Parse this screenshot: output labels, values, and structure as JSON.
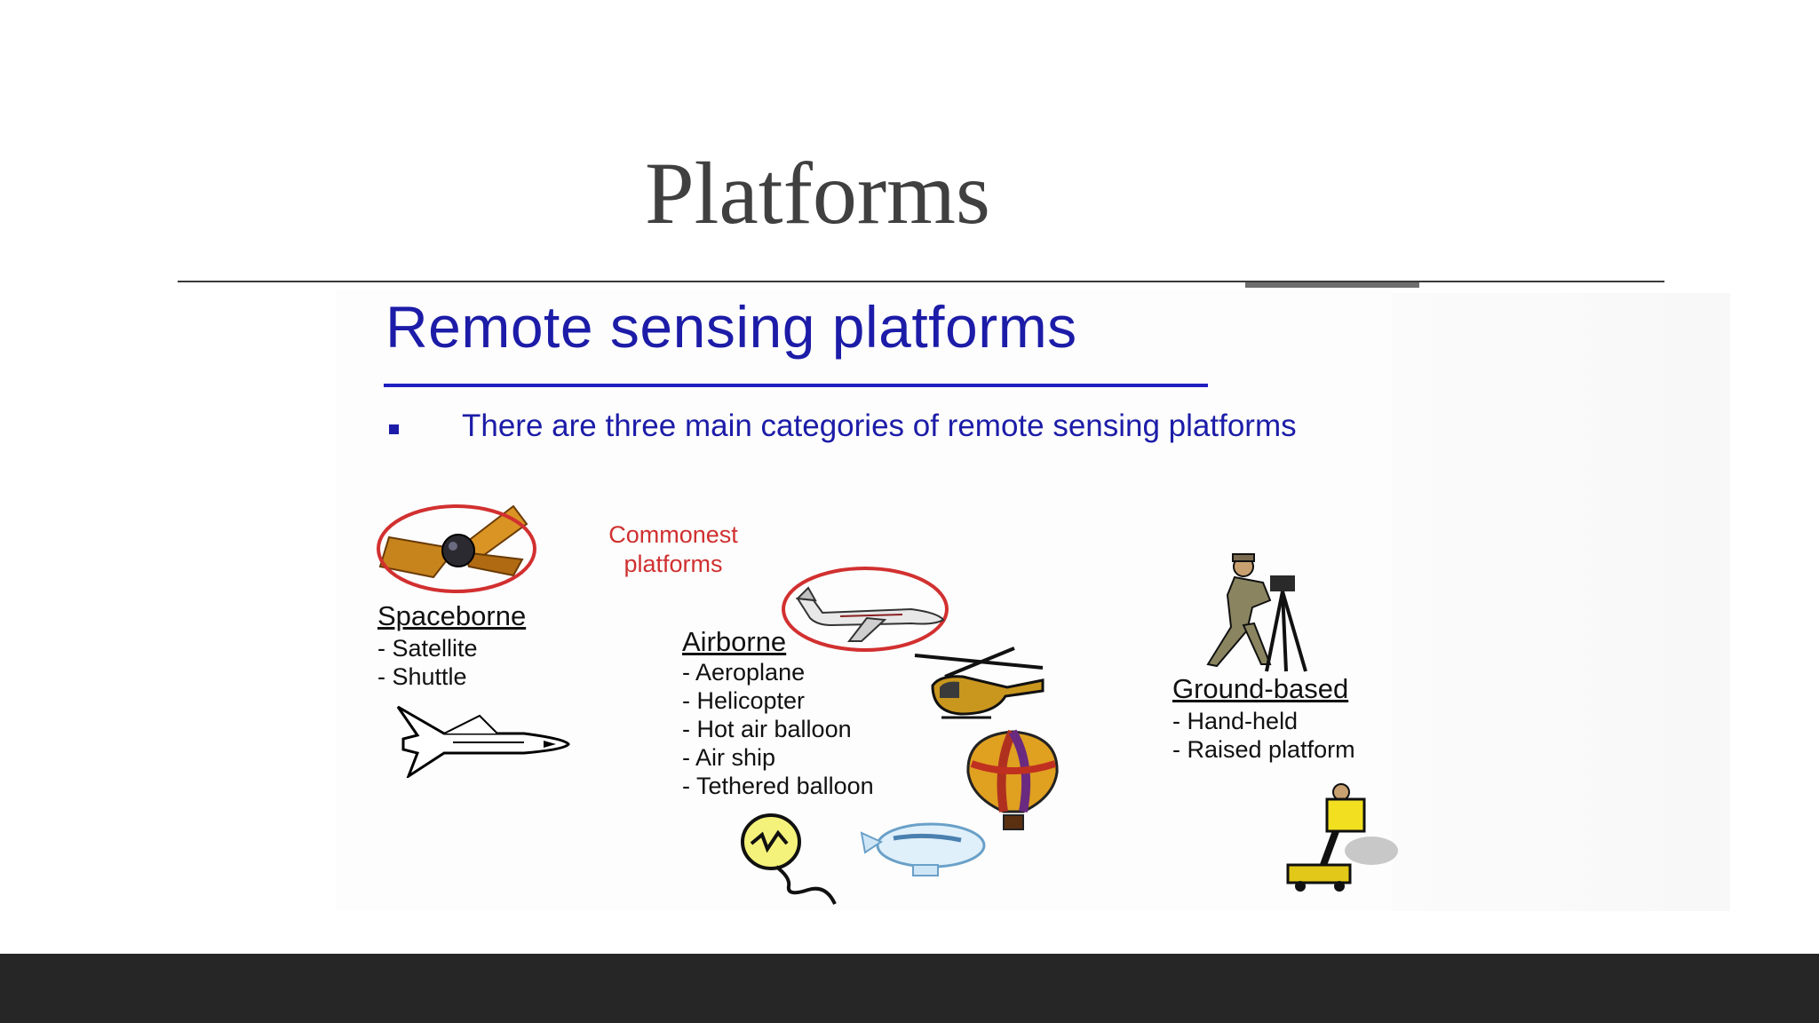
{
  "slide": {
    "title": "Platforms"
  },
  "embedded_slide": {
    "heading": "Remote sensing platforms",
    "bullet": "There are three main categories of remote sensing platforms",
    "note": "Commonest platforms",
    "categories": [
      {
        "title": "Spaceborne",
        "items": [
          "- Satellite",
          "- Shuttle"
        ]
      },
      {
        "title": "Airborne",
        "items": [
          "- Aeroplane",
          "- Helicopter",
          "- Hot air balloon",
          "- Air ship",
          "- Tethered balloon"
        ]
      },
      {
        "title": "Ground-based",
        "items": [
          "- Hand-held",
          "- Raised platform"
        ]
      }
    ]
  },
  "colors": {
    "heading": "#1c1ca8",
    "note": "#d03030",
    "bar": "#262626"
  },
  "icons": [
    "satellite-icon",
    "space-shuttle-icon",
    "aeroplane-icon",
    "helicopter-icon",
    "hot-air-balloon-icon",
    "tethered-balloon-icon",
    "airship-icon",
    "surveyor-icon",
    "raised-platform-icon"
  ]
}
